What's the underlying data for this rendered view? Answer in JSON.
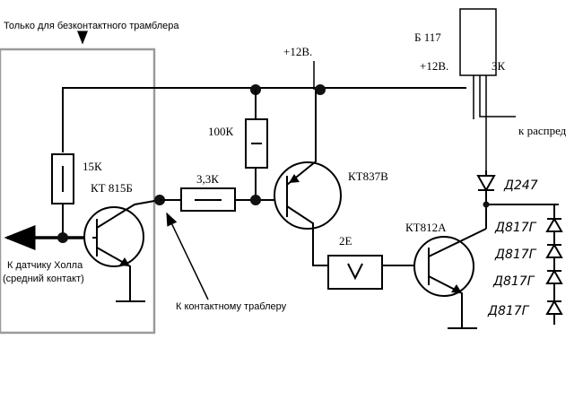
{
  "labels": {
    "top_note": "Только для безконтактного трамблера",
    "v12_top": "+12В.",
    "b117": "Б 117",
    "v12_right": "+12В.",
    "zk": "ЗК",
    "k_raspred": "к распред",
    "r100k": "100К",
    "r15k": "15К",
    "kt815": "КТ 815Б",
    "r33k": "3,3К",
    "kt837": "КТ837В",
    "d247": "Д247",
    "coil2e": "2Е",
    "kt812": "КТ812А",
    "d817_1": "Д817Г",
    "d817_2": "Д817Г",
    "d817_3": "Д817Г",
    "d817_4": "Д817Г",
    "hall_1": "К датчику Холла",
    "hall_2": "(средний контакт)",
    "contact_tramb": "К контактному траблеру"
  }
}
